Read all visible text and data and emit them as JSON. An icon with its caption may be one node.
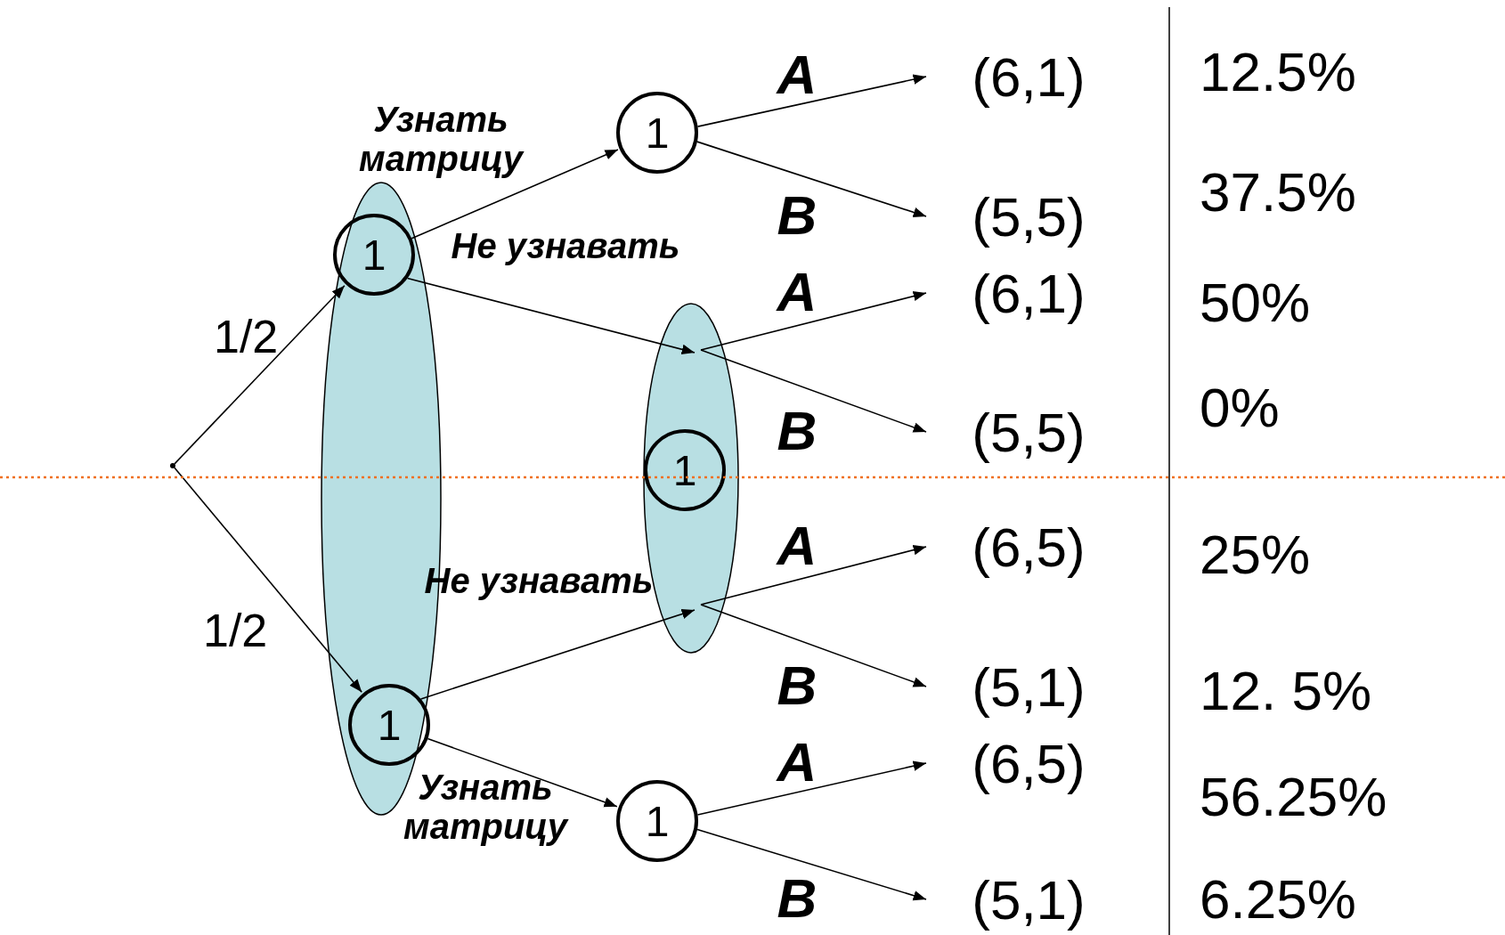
{
  "diagram": {
    "nodes": [
      {
        "text": [],
        "shape": "point"
      },
      {
        "text": [],
        "shape": "ellipse"
      },
      {
        "text": [
          "1"
        ],
        "in": 1
      },
      {
        "text": [
          "1"
        ],
        "in": 1
      },
      {
        "text": [
          "1"
        ]
      },
      {
        "text": [],
        "shape": "ellipse"
      },
      {
        "text": [
          "1"
        ],
        "in": 5
      },
      {
        "text": [
          "1"
        ]
      },
      {
        "text": [
          "(6,1)"
        ]
      },
      {
        "text": [
          "(5,5)"
        ]
      },
      {
        "text": [
          "(6,1)"
        ]
      },
      {
        "text": [
          "(5,5)"
        ]
      },
      {
        "text": [
          "(6,5)"
        ]
      },
      {
        "text": [
          "(5,1)"
        ]
      },
      {
        "text": [
          "(6,5)"
        ]
      },
      {
        "text": [
          "(5,1)"
        ]
      }
    ],
    "edges": [
      {
        "from": 0,
        "to": 2,
        "arrow": "to",
        "label": "1/2"
      },
      {
        "from": 0,
        "to": 3,
        "arrow": "to",
        "label": "1/2"
      },
      {
        "from": 2,
        "to": 4,
        "arrow": "to",
        "label": "Узнать матрицу"
      },
      {
        "from": 2,
        "to": 5,
        "arrow": "to",
        "label": "Не узнавать"
      },
      {
        "from": 3,
        "to": 5,
        "arrow": "to",
        "label": "Не узнавать"
      },
      {
        "from": 3,
        "to": 7,
        "arrow": "to",
        "label": "Узнать матрицу"
      },
      {
        "from": 4,
        "to": 8,
        "arrow": "to",
        "label": "A"
      },
      {
        "from": 4,
        "to": 9,
        "arrow": "to",
        "label": "B"
      },
      {
        "from": 5,
        "to": 10,
        "arrow": "to",
        "label": "A"
      },
      {
        "from": 5,
        "to": 11,
        "arrow": "to",
        "label": "B"
      },
      {
        "from": 5,
        "to": 12,
        "arrow": "to",
        "label": "A"
      },
      {
        "from": 5,
        "to": 13,
        "arrow": "to",
        "label": "B"
      },
      {
        "from": 7,
        "to": 14,
        "arrow": "to",
        "label": "A"
      },
      {
        "from": 7,
        "to": 15,
        "arrow": "to",
        "label": "B"
      }
    ],
    "labels": [
      "12.5%",
      "37.5%",
      "50%",
      "0%",
      "25%",
      "12. 5%",
      "56.25%",
      "6.25%"
    ]
  }
}
